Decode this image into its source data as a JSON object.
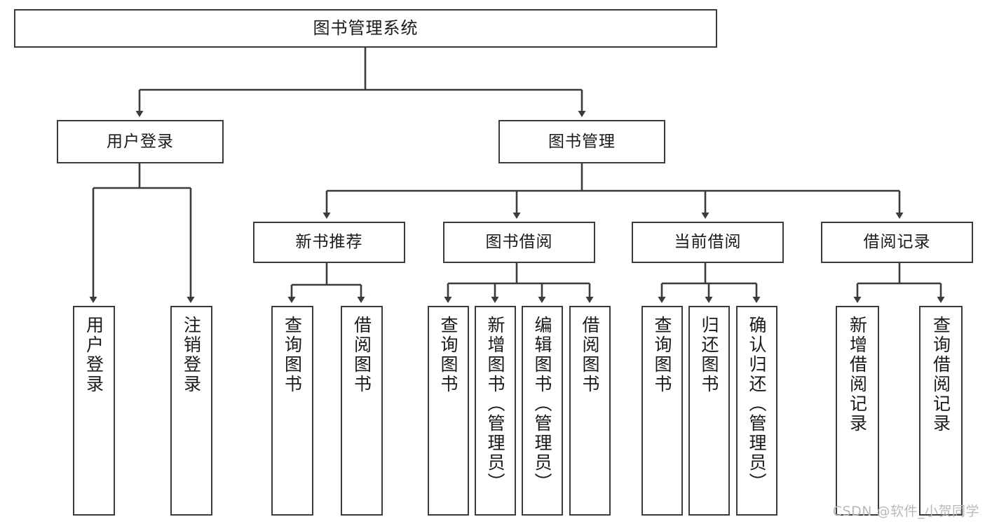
{
  "diagram": {
    "title": "图书管理系统",
    "type": "tree-hierarchy-chart",
    "colors": {
      "box_border": "#3b3b3b",
      "box_fill": "#ffffff",
      "edge": "#3b3b3b",
      "text": "#1a1a1a",
      "watermark": "#b9b9b9"
    },
    "root": {
      "label": "图书管理系统"
    },
    "level1": [
      {
        "label": "用户登录"
      },
      {
        "label": "图书管理"
      }
    ],
    "level2": [
      {
        "label": "新书推荐"
      },
      {
        "label": "图书借阅"
      },
      {
        "label": "当前借阅"
      },
      {
        "label": "借阅记录"
      }
    ],
    "leaves": {
      "user_login": [
        {
          "label": "用户登录"
        },
        {
          "label": "注销登录"
        }
      ],
      "new_book_recommend": [
        {
          "label": "查询图书"
        },
        {
          "label": "借阅图书"
        }
      ],
      "book_borrow": [
        {
          "label": "查询图书"
        },
        {
          "label": "新增图书（管理员）"
        },
        {
          "label": "编辑图书（管理员）"
        },
        {
          "label": "借阅图书"
        }
      ],
      "current_borrow": [
        {
          "label": "查询图书"
        },
        {
          "label": "归还图书"
        },
        {
          "label": "确认归还（管理员）"
        }
      ],
      "borrow_record": [
        {
          "label": "新增借阅记录"
        },
        {
          "label": "查询借阅记录"
        }
      ]
    }
  },
  "watermark": {
    "text": "CSDN @软件_小贺同学"
  }
}
